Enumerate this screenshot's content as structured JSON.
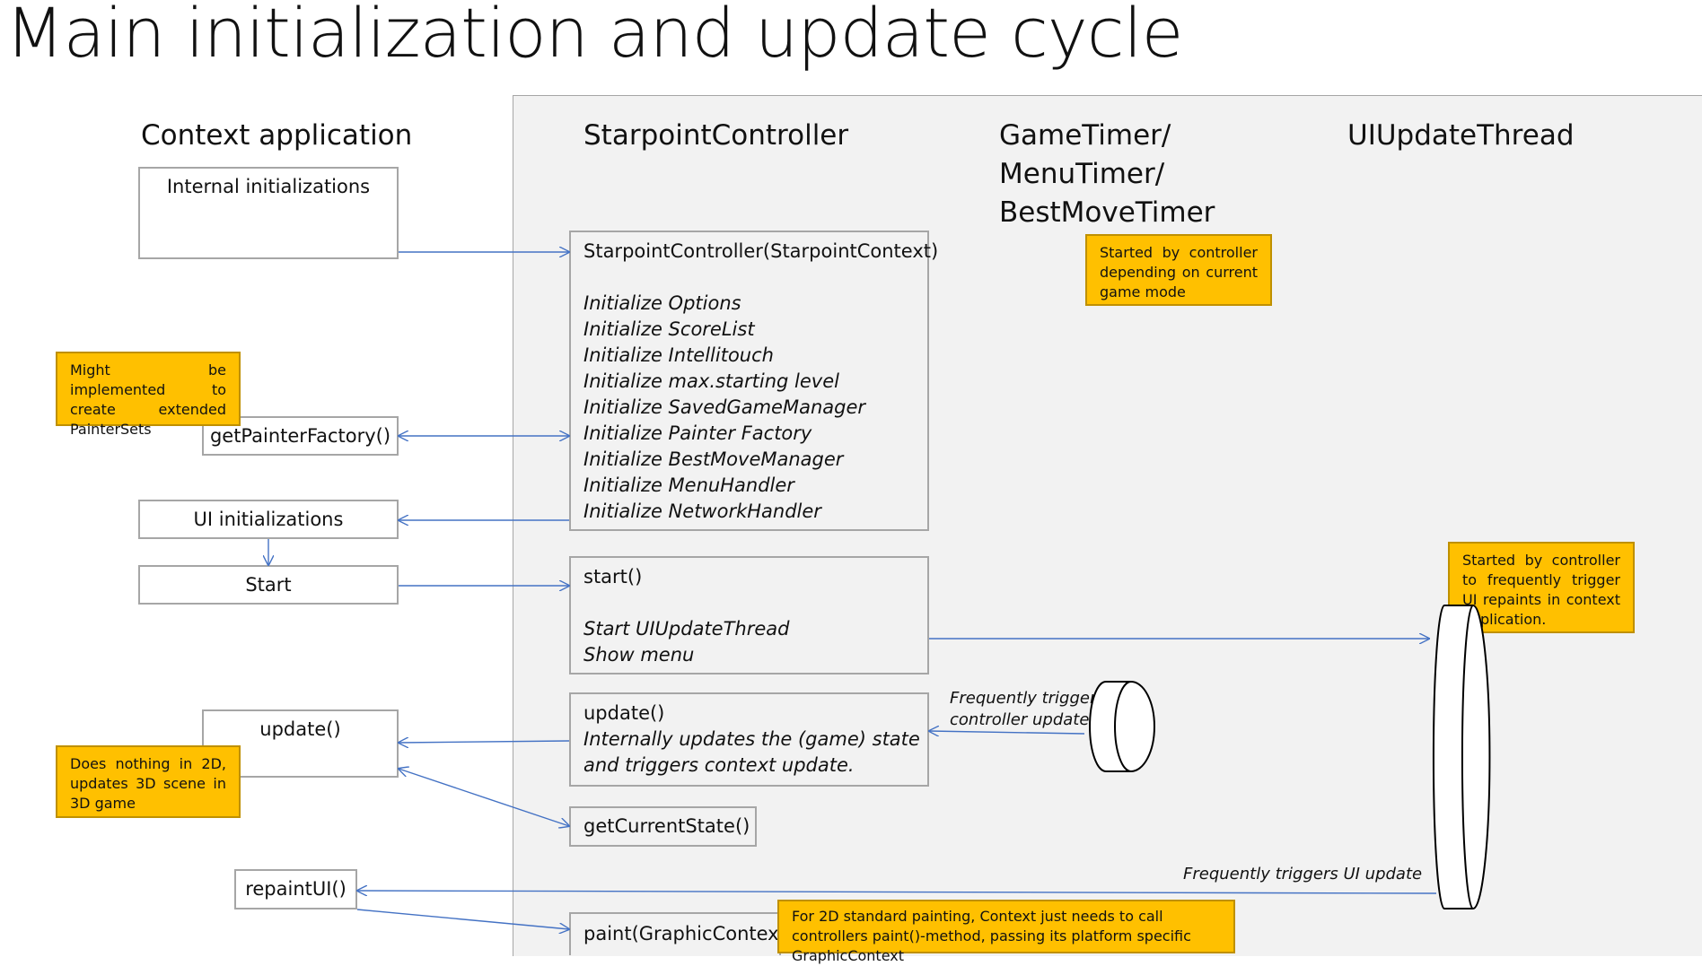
{
  "title": "Main initialization and update cycle",
  "columns": {
    "context": "Context application",
    "controller": "StarpointController",
    "timer": [
      "GameTimer/",
      "MenuTimer/",
      "BestMoveTimer"
    ],
    "uithread": "UIUpdateThread"
  },
  "context_boxes": {
    "internal_init": "Internal initializations",
    "get_painter_factory": "getPainterFactory()",
    "ui_init": "UI initializations",
    "start": "Start",
    "update": "update()",
    "repaint_ui": "repaintUI()"
  },
  "controller_boxes": {
    "constructor": {
      "header": "StarpointController(StarpointContext)",
      "items": [
        "Initialize Options",
        "Initialize ScoreList",
        "Initialize Intellitouch",
        "Initialize max.starting level",
        "Initialize SavedGameManager",
        "Initialize Painter Factory",
        "Initialize BestMoveManager",
        "Initialize MenuHandler",
        "Initialize NetworkHandler"
      ]
    },
    "start": {
      "header": "start()",
      "items": [
        "Start UIUpdateThread",
        "Show menu"
      ]
    },
    "update": {
      "header": "update()",
      "items": [
        "Internally updates the (game) state",
        "and triggers context update."
      ]
    },
    "get_current_state": "getCurrentState()",
    "paint": "paint(GraphicContext)"
  },
  "notes": {
    "timer": "Started by controller depending on current game mode",
    "painter": "Might be implemented to create extended PainterSets",
    "uithread": "Started by controller to frequently trigger UI repaints in context application.",
    "update": "Does nothing in 2D, updates 3D scene in 3D game",
    "paint": "For 2D standard painting, Context just needs to call controllers paint()-method, passing its platform specific GraphicContext"
  },
  "labels": {
    "controller_update": [
      "Frequently triggers",
      "controller update"
    ],
    "ui_update": "Frequently triggers UI update"
  },
  "colors": {
    "panel": "#f2f2f2",
    "note_fill": "#ffc000",
    "note_border": "#bf9000",
    "arrow": "#4472c4",
    "box_border": "#a6a6a6"
  }
}
